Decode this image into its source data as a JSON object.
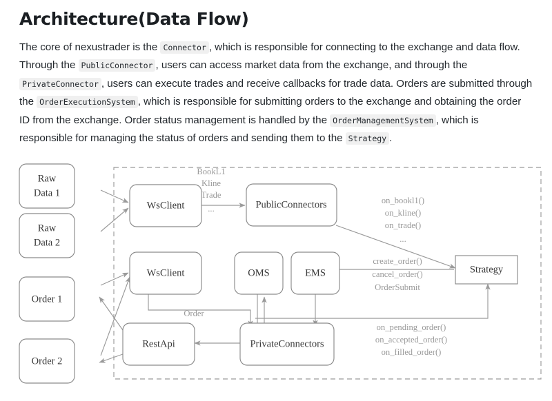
{
  "page": {
    "title": "Architecture(Data Flow)"
  },
  "paragraph": {
    "segments": [
      {
        "type": "text",
        "value": "The core of nexustrader is the "
      },
      {
        "type": "code",
        "value": "Connector"
      },
      {
        "type": "text",
        "value": ", which is responsible for connecting to the exchange and data flow. Through the "
      },
      {
        "type": "code",
        "value": "PublicConnector"
      },
      {
        "type": "text",
        "value": ", users can access market data from the exchange, and through the "
      },
      {
        "type": "code",
        "value": "PrivateConnector"
      },
      {
        "type": "text",
        "value": ", users can execute trades and receive callbacks for trade data. Orders are submitted through the "
      },
      {
        "type": "code",
        "value": "OrderExecutionSystem"
      },
      {
        "type": "text",
        "value": ", which is responsible for submitting orders to the exchange and obtaining the order ID from the exchange. Order status management is handled by the "
      },
      {
        "type": "code",
        "value": "OrderManagementSystem"
      },
      {
        "type": "text",
        "value": ", which is responsible for managing the status of orders and sending them to the "
      },
      {
        "type": "code",
        "value": "Strategy"
      },
      {
        "type": "text",
        "value": "."
      }
    ]
  },
  "diagram": {
    "nodes": {
      "raw_data_1_line1": "Raw",
      "raw_data_1_line2": "Data 1",
      "raw_data_2_line1": "Raw",
      "raw_data_2_line2": "Data 2",
      "order_1": "Order 1",
      "order_2": "Order 2",
      "ws_client_top": "WsClient",
      "ws_client_bottom": "WsClient",
      "rest_api": "RestApi",
      "public_connectors": "PublicConnectors",
      "private_connectors": "PrivateConnectors",
      "oms": "OMS",
      "ems": "EMS",
      "strategy": "Strategy"
    },
    "edge_labels": {
      "market_data": [
        "BookL1",
        "Kline",
        "Trade",
        "..."
      ],
      "callbacks_public": [
        "on_bookl1()",
        "on_kline()",
        "on_trade()",
        "..."
      ],
      "order_commands": [
        "create_order()",
        "cancel_order()",
        "OrderSubmit"
      ],
      "order_callbacks": [
        "on_pending_order()",
        "on_accepted_order()",
        "on_filled_order()"
      ],
      "order": "Order"
    },
    "colors": {
      "node_stroke": "#8a8a8a",
      "edge_stroke": "#9a9a9a",
      "label_text": "#9a9a9a",
      "node_text": "#3a3a3a",
      "boundary": "#9a9a9a"
    }
  }
}
